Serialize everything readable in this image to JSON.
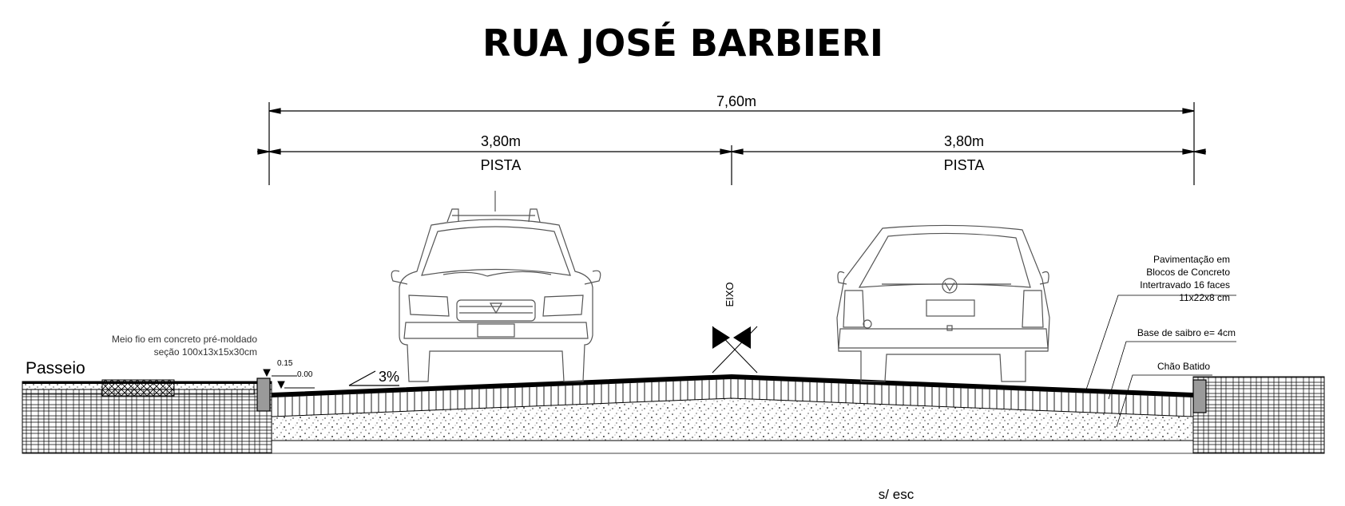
{
  "title": "RUA JOSÉ BARBIERI",
  "dimensions": {
    "total": "7,60m",
    "left_width": "3,80m",
    "left_label": "PISTA",
    "right_width": "3,80m",
    "right_label": "PISTA"
  },
  "axis_label": "EIXO",
  "slope_label": "3%",
  "sidewalk_label": "Passeio",
  "curb_note": {
    "line1": "Meio fio em concreto pré-moldado",
    "line2": "seção 100x13x15x30cm"
  },
  "level_marks": {
    "top": "0.15",
    "bottom": "0.00"
  },
  "pavement_note": {
    "line1": "Pavimentação em",
    "line2": "Blocos de Concreto",
    "line3": "Intertravado 16 faces",
    "line4": "11x22x8 cm"
  },
  "base_note": "Base de saibro e= 4cm",
  "soil_note": "Chão Batido",
  "scale_note": "s/ esc",
  "colors": {
    "ink": "#000000",
    "line": "#222222",
    "note_text": "#333333",
    "curb_fill": "#9a9a9a",
    "car_stroke": "#555555"
  }
}
